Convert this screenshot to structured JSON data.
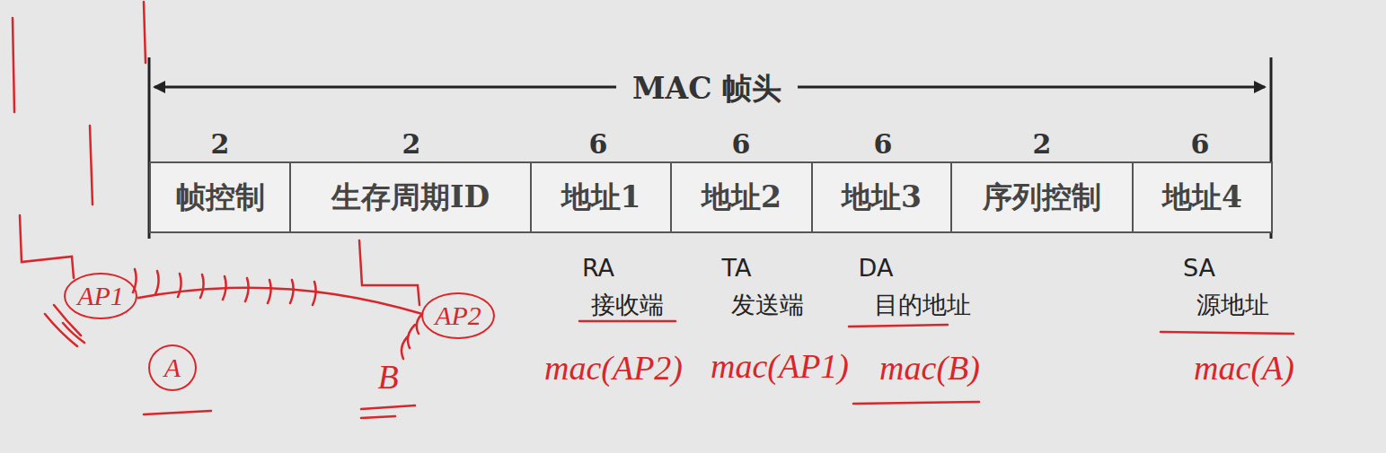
{
  "diagram": {
    "title": "MAC 帧头",
    "nodes": [
      {
        "text": [
          "帧控制"
        ]
      },
      {
        "text": [
          "生存周期ID"
        ]
      },
      {
        "text": [
          "地址1"
        ]
      },
      {
        "text": [
          "地址2"
        ]
      },
      {
        "text": [
          "地址3"
        ]
      },
      {
        "text": [
          "序列控制"
        ]
      },
      {
        "text": [
          "地址4"
        ]
      },
      {
        "text": [
          "AP1"
        ]
      },
      {
        "text": [
          "A"
        ]
      },
      {
        "text": [
          "AP2"
        ]
      }
    ],
    "edges": [
      {
        "from": 7,
        "to": 9,
        "arrow": "none"
      }
    ],
    "labels": [
      "2",
      "2",
      "6",
      "6",
      "6",
      "2",
      "6",
      "RA",
      "接收端",
      "TA",
      "发送端",
      "DA",
      "目的地址",
      "SA",
      "源地址",
      "mac(AP2)",
      "mac(AP1)",
      "mac(B)",
      "mac(A)",
      "B"
    ]
  }
}
